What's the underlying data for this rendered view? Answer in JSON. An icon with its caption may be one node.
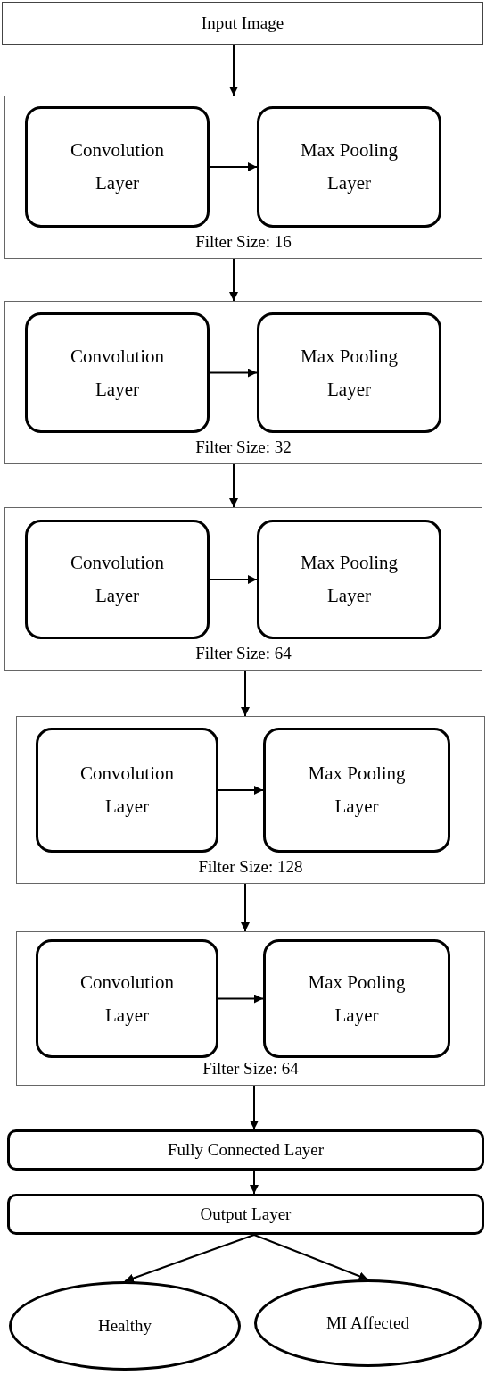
{
  "diagram": {
    "nodes": [
      {
        "text": [
          "Input Image"
        ]
      },
      {
        "text": [
          "Filter Size: 16"
        ]
      },
      {
        "text": [
          "Convolution Layer"
        ],
        "in": 1
      },
      {
        "text": [
          "Max Pooling Layer"
        ],
        "in": 1
      },
      {
        "text": [
          "Filter Size: 32"
        ]
      },
      {
        "text": [
          "Convolution Layer"
        ],
        "in": 4
      },
      {
        "text": [
          "Max Pooling Layer"
        ],
        "in": 4
      },
      {
        "text": [
          "Filter Size: 64"
        ]
      },
      {
        "text": [
          "Convolution Layer"
        ],
        "in": 7
      },
      {
        "text": [
          "Max Pooling Layer"
        ],
        "in": 7
      },
      {
        "text": [
          "Filter Size: 128"
        ]
      },
      {
        "text": [
          "Convolution Layer"
        ],
        "in": 10
      },
      {
        "text": [
          "Max Pooling Layer"
        ],
        "in": 10
      },
      {
        "text": [
          "Filter Size: 64"
        ]
      },
      {
        "text": [
          "Convolution Layer"
        ],
        "in": 13
      },
      {
        "text": [
          "Max Pooling Layer"
        ],
        "in": 13
      },
      {
        "text": [
          "Fully Connected Layer"
        ]
      },
      {
        "text": [
          "Output Layer"
        ]
      },
      {
        "text": [
          "Healthy"
        ]
      },
      {
        "text": [
          "MI Affected"
        ]
      }
    ],
    "edges": [
      {
        "from": 0,
        "to": 1,
        "arrow": "to"
      },
      {
        "from": 2,
        "to": 3,
        "arrow": "to"
      },
      {
        "from": 1,
        "to": 4,
        "arrow": "to"
      },
      {
        "from": 5,
        "to": 6,
        "arrow": "to"
      },
      {
        "from": 4,
        "to": 7,
        "arrow": "to"
      },
      {
        "from": 8,
        "to": 9,
        "arrow": "to"
      },
      {
        "from": 7,
        "to": 10,
        "arrow": "to"
      },
      {
        "from": 11,
        "to": 12,
        "arrow": "to"
      },
      {
        "from": 10,
        "to": 13,
        "arrow": "to"
      },
      {
        "from": 14,
        "to": 15,
        "arrow": "to"
      },
      {
        "from": 13,
        "to": 16,
        "arrow": "to"
      },
      {
        "from": 16,
        "to": 17,
        "arrow": "to"
      },
      {
        "from": 17,
        "to": 18,
        "arrow": "to"
      },
      {
        "from": 17,
        "to": 19,
        "arrow": "to"
      }
    ]
  }
}
